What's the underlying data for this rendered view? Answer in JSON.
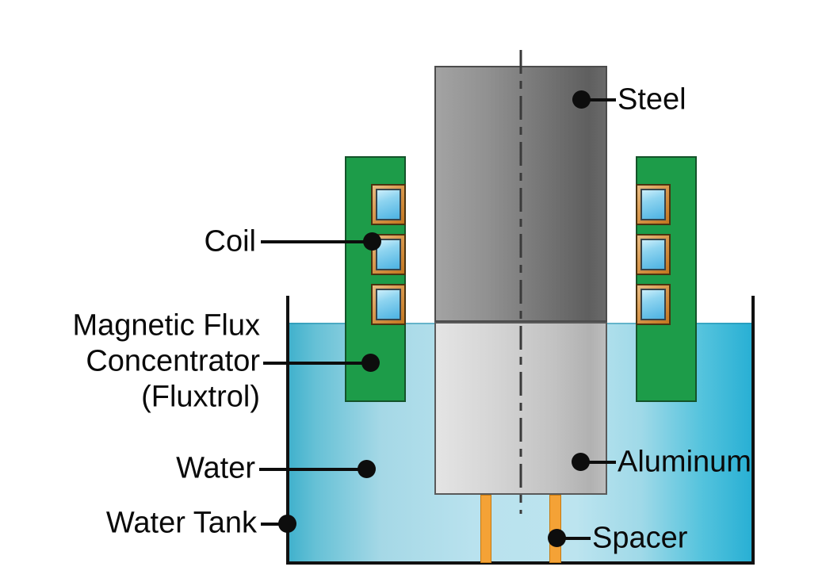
{
  "diagram": {
    "description": "Induction heating setup cross-section: steel and aluminum billet with coil, flux concentrator, water tank and spacers",
    "labels": {
      "steel": "Steel",
      "coil": "Coil",
      "mfc_line1": "Magnetic Flux",
      "mfc_line2": "Concentrator",
      "mfc_line3": "(Fluxtrol)",
      "water": "Water",
      "water_tank": "Water Tank",
      "aluminum": "Aluminum",
      "spacer": "Spacer"
    },
    "colors": {
      "steel_gray": "#6e6e6e",
      "aluminum_gray": "#c2c2c2",
      "concentrator_green": "#1d9c49",
      "coil_copper": "#c4761f",
      "coil_blue": "#4cb2e2",
      "water_cyan": "#3fb0cc",
      "water_light": "#b9e2ee",
      "spacer_orange": "#f4a236",
      "outline_black": "#111111"
    }
  }
}
